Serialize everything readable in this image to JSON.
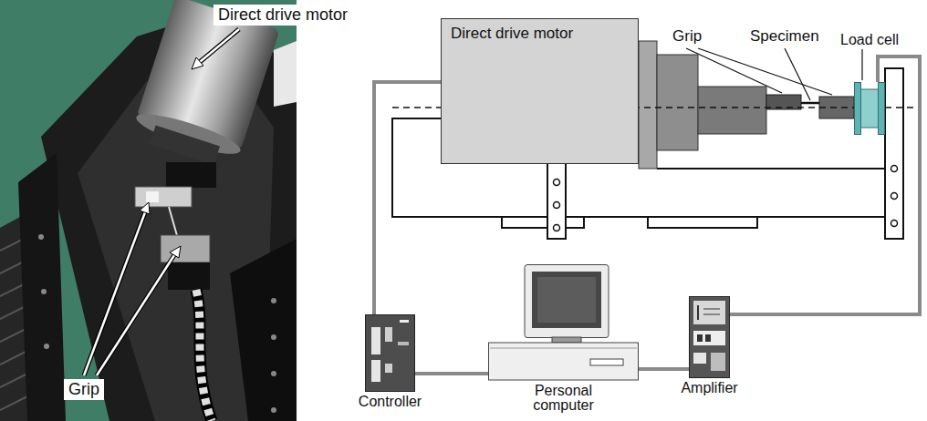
{
  "diagram": {
    "nodes": [
      {
        "text": [
          "Direct drive motor"
        ]
      },
      {
        "text": [
          "Load cell"
        ]
      },
      {
        "text": [
          "Controller"
        ]
      },
      {
        "text": [
          "Personal computer"
        ]
      },
      {
        "text": [
          "Amplifier"
        ]
      }
    ],
    "edges": [
      {
        "from": 2,
        "to": 0,
        "arrow": "none"
      },
      {
        "from": 2,
        "to": 3,
        "arrow": "none"
      },
      {
        "from": 3,
        "to": 4,
        "arrow": "none"
      },
      {
        "from": 4,
        "to": 1,
        "arrow": "none"
      }
    ],
    "labels": [
      "Direct drive motor",
      "Grip",
      "Grip",
      "Specimen"
    ]
  }
}
